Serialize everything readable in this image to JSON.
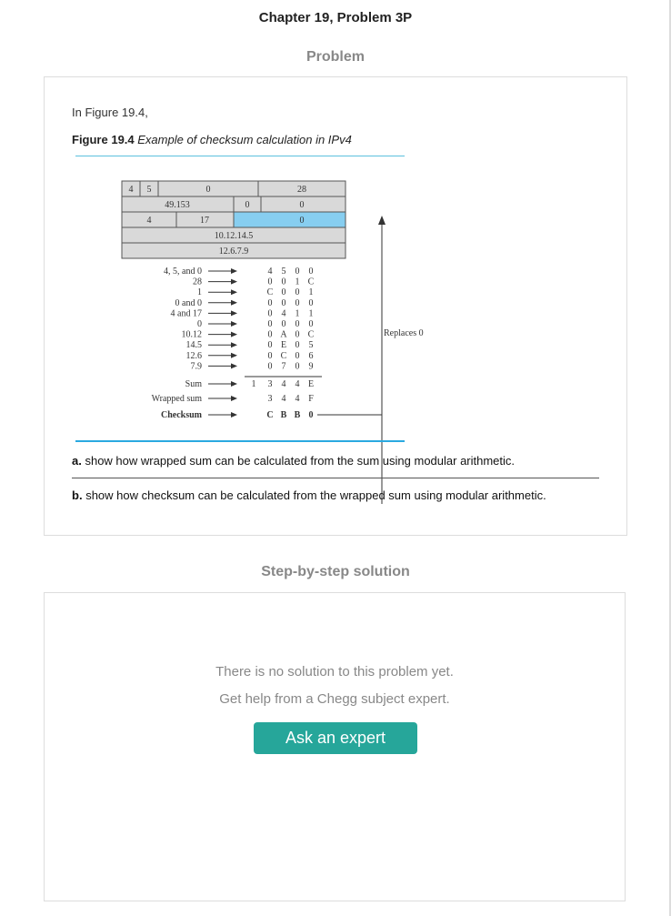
{
  "header": {
    "chapter_title": "Chapter 19, Problem 3P"
  },
  "problem": {
    "section_label": "Problem",
    "intro": "In Figure 19.4,",
    "figure_label": "Figure 19.4",
    "figure_caption": "Example of checksum calculation in IPv4",
    "question_a_label": "a.",
    "question_a": "show how wrapped sum can be calculated from the sum using modular arithmetic.",
    "question_b_label": "b.",
    "question_b": "show how checksum can be calculated from the wrapped sum using modular arithmetic."
  },
  "figure": {
    "header_cells": {
      "version": "4",
      "hlen": "5",
      "service": "0",
      "total_length": "28",
      "identification": "49.153",
      "flags": "0",
      "fragment_offset": "0",
      "ttl": "4",
      "protocol": "17",
      "checksum_field": "0",
      "source": "10.12.14.5",
      "destination": "12.6.7.9"
    },
    "rows": [
      {
        "label": "4, 5, and 0",
        "digits": [
          "4",
          "5",
          "0",
          "0"
        ]
      },
      {
        "label": "28",
        "digits": [
          "0",
          "0",
          "1",
          "C"
        ]
      },
      {
        "label": "1",
        "digits": [
          "C",
          "0",
          "0",
          "1"
        ]
      },
      {
        "label": "0 and 0",
        "digits": [
          "0",
          "0",
          "0",
          "0"
        ]
      },
      {
        "label": "4 and 17",
        "digits": [
          "0",
          "4",
          "1",
          "1"
        ]
      },
      {
        "label": "0",
        "digits": [
          "0",
          "0",
          "0",
          "0"
        ]
      },
      {
        "label": "10.12",
        "digits": [
          "0",
          "A",
          "0",
          "C"
        ]
      },
      {
        "label": "14.5",
        "digits": [
          "0",
          "E",
          "0",
          "5"
        ]
      },
      {
        "label": "12.6",
        "digits": [
          "0",
          "C",
          "0",
          "6"
        ]
      },
      {
        "label": "7.9",
        "digits": [
          "0",
          "7",
          "0",
          "9"
        ]
      }
    ],
    "sum": {
      "label": "Sum",
      "carry": "1",
      "digits": [
        "3",
        "4",
        "4",
        "E"
      ]
    },
    "wrapped": {
      "label": "Wrapped sum",
      "digits": [
        "3",
        "4",
        "4",
        "F"
      ]
    },
    "checksum": {
      "label": "Checksum",
      "digits": [
        "C",
        "B",
        "B",
        "0"
      ]
    },
    "replaces_label": "Replaces 0",
    "colors": {
      "highlight": "#87cef0",
      "gray": "#d9d9d9",
      "checksum_text": "#2a8fd0"
    }
  },
  "solution": {
    "section_label": "Step-by-step solution",
    "no_solution": "There is no solution to this problem yet.",
    "help_text": "Get help from a Chegg subject expert.",
    "ask_button": "Ask an expert"
  }
}
